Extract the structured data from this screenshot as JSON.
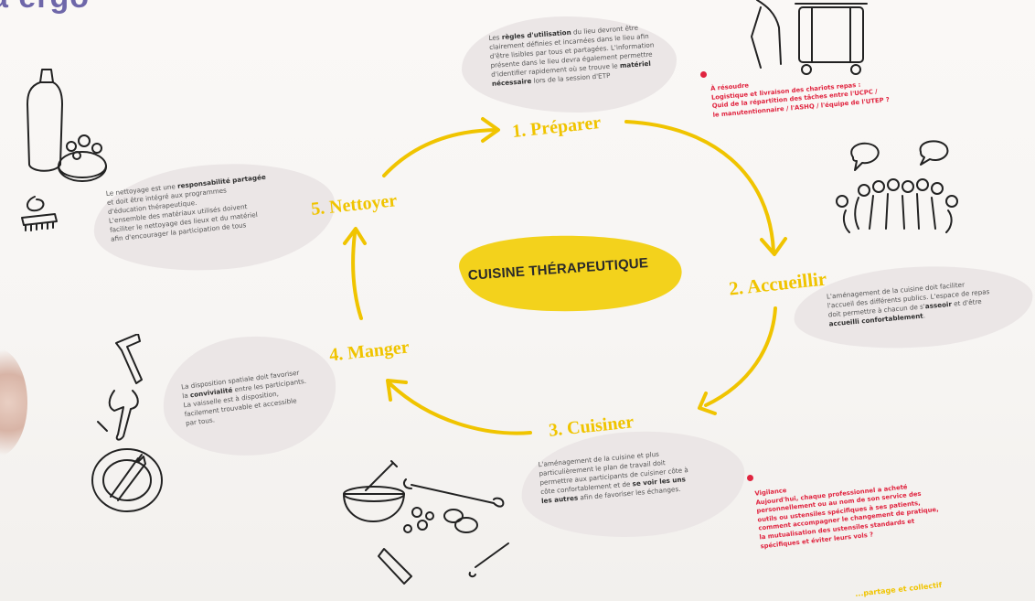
{
  "corner_title": "a ergo",
  "center": {
    "label": "CUISINE THÉRAPEUTIQUE",
    "color": "#f3d21c"
  },
  "steps": [
    {
      "label": "1. Préparer"
    },
    {
      "label": "2. Accueillir"
    },
    {
      "label": "3. Cuisiner"
    },
    {
      "label": "4. Manger"
    },
    {
      "label": "5. Nettoyer"
    }
  ],
  "texts": {
    "preparer": {
      "l1": "Les ",
      "b1": "règles d'utilisation",
      "l2": " du lieu devront être",
      "l3": "clairement définies et incarnées dans le lieu afin",
      "l4": "d'être lisibles par tous et partagées. L'information",
      "l5": "présente dans le lieu devra également permettre",
      "l6": "d'identifier rapidement où se trouve le ",
      "b2": "matériel",
      "b3": "nécessaire",
      "l7": " lors de la session d'ETP"
    },
    "accueillir": {
      "l1": "L'aménagement de la cuisine doit faciliter",
      "l2": "l'accueil des différents publics. L'espace de repas",
      "l3": "doit permettre à chacun de s'",
      "b1": "asseoir",
      "l4": " et d'être",
      "b2": "accueilli confortablement",
      "l5": "."
    },
    "cuisiner": {
      "l1": "L'aménagement de la cuisine et plus",
      "l2": "particulièrement le plan de travail doit",
      "l3": "permettre aux participants de cuisiner côte à",
      "l4": "côte confortablement et de ",
      "b1": "se voir les uns",
      "b2": "les autres",
      "l5": " afin de favoriser les échanges."
    },
    "manger": {
      "l1": "La disposition spatiale doit favoriser",
      "l2": "la ",
      "b1": "convivialité",
      "l3": " entre les participants.",
      "l4": "La vaisselle est à disposition,",
      "l5": "facilement trouvable et accessible",
      "l6": "par tous."
    },
    "nettoyer": {
      "l1": "Le nettoyage est une ",
      "b1": "responsabilité partagée",
      "l2": "et doit être intégré aux programmes",
      "l3": "d'éducation thérapeutique.",
      "l4": "L'ensemble des matériaux utilisés doivent",
      "l5": "faciliter le nettoyage des lieux et du matériel",
      "l6": "afin d'encourager la participation de tous"
    }
  },
  "alerts": {
    "resoudre": {
      "title": "À résoudre",
      "l1": "Logistique et livraison des chariots repas :",
      "l2": "Quid de la  répartition des tâches entre l'UCPC /",
      "l3": "le manutentionnaire / l'ASHQ / l'équipe de l'UTEP ?"
    },
    "vigilance": {
      "title": "Vigilance",
      "l1": "Aujourd'hui, chaque professionnel a acheté",
      "l2": "personnellement ou au nom de son service des",
      "l3": "outils ou ustensiles spécifiques à ses patients,",
      "l4": "comment accompagner le changement de pratique,",
      "l5": "la mutualisation des ustensiles standards et",
      "l6": "spécifiques et éviter leurs vols ?"
    }
  },
  "bottom_fragment": "...partage et collectif",
  "colors": {
    "accent_yellow": "#f0c400",
    "alert_red": "#e0243f",
    "title_purple": "#6e67a9",
    "blob": "#ebe6e6"
  }
}
